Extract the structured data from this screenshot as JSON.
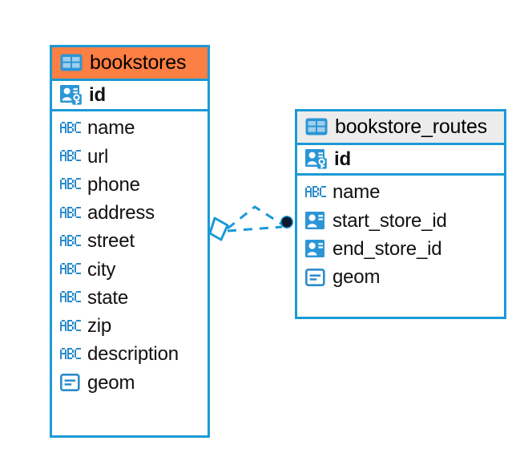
{
  "diagram": {
    "type": "entity-relationship-diagram",
    "background_color": "#FFFFFF",
    "accent_color": "#1B9AD6",
    "highlight_color": "#FC7F43",
    "header_gray": "#ECECEC"
  },
  "entities": [
    {
      "id": "bookstores",
      "title": "bookstores",
      "header_style": "accent-orange",
      "table_icon": "table-icon",
      "primary_key": {
        "name": "id",
        "icon": "primary-key-icon"
      },
      "columns": [
        {
          "name": "name",
          "icon": "text-type-icon"
        },
        {
          "name": "url",
          "icon": "text-type-icon"
        },
        {
          "name": "phone",
          "icon": "text-type-icon"
        },
        {
          "name": "address",
          "icon": "text-type-icon"
        },
        {
          "name": "street",
          "icon": "text-type-icon"
        },
        {
          "name": "city",
          "icon": "text-type-icon"
        },
        {
          "name": "state",
          "icon": "text-type-icon"
        },
        {
          "name": "zip",
          "icon": "text-type-icon"
        },
        {
          "name": "description",
          "icon": "text-type-icon"
        },
        {
          "name": "geom",
          "icon": "geometry-type-icon"
        }
      ]
    },
    {
      "id": "bookstore_routes",
      "title": "bookstore_routes",
      "header_style": "accent-gray",
      "table_icon": "table-icon",
      "primary_key": {
        "name": "id",
        "icon": "primary-key-icon"
      },
      "columns": [
        {
          "name": "name",
          "icon": "text-type-icon"
        },
        {
          "name": "start_store_id",
          "icon": "foreign-key-icon"
        },
        {
          "name": "end_store_id",
          "icon": "foreign-key-icon"
        },
        {
          "name": "geom",
          "icon": "geometry-type-icon"
        }
      ]
    }
  ],
  "relationship": {
    "from_entity": "bookstores",
    "to_entity": "bookstore_routes",
    "line_style": "dashed",
    "line_color": "#1B9AD6",
    "source_marker": "diamond-marker",
    "target_marker": "filled-circle-marker"
  }
}
